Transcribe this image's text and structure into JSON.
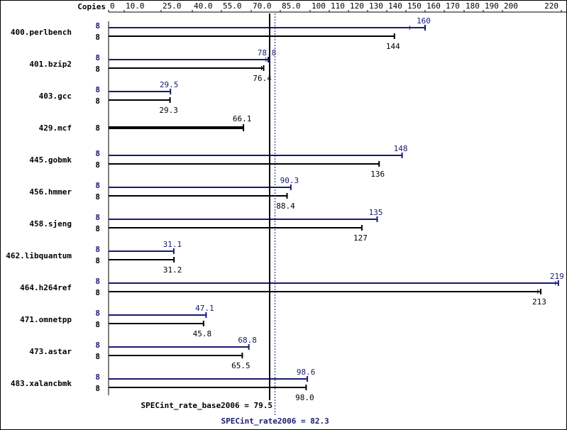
{
  "chart_data": {
    "type": "bar",
    "axis_label": "Copies",
    "ticks": [
      0,
      10.0,
      25.0,
      40.0,
      55.0,
      70.0,
      85.0,
      100,
      110,
      120,
      130,
      140,
      150,
      160,
      170,
      180,
      190,
      200,
      220
    ],
    "tick_labels": [
      "0",
      "10.0",
      "25.0",
      "40.0",
      "55.0",
      "70.0",
      "85.0",
      "100",
      "110",
      "120",
      "130",
      "140",
      "150",
      "160",
      "170",
      "180",
      "190",
      "200",
      "220"
    ],
    "xlim": [
      0,
      220
    ],
    "categories": [
      "400.perlbench",
      "401.bzip2",
      "403.gcc",
      "429.mcf",
      "445.gobmk",
      "456.hmmer",
      "458.sjeng",
      "462.libquantum",
      "464.h264ref",
      "471.omnetpp",
      "473.astar",
      "483.xalancbmk"
    ],
    "series": [
      {
        "key": "peak",
        "color": "#191970",
        "copies": [
          "8",
          "8",
          "8",
          null,
          "8",
          "8",
          "8",
          "8",
          "8",
          "8",
          "8",
          "8"
        ],
        "values": [
          160,
          78.8,
          29.5,
          null,
          148,
          90.3,
          135,
          31.1,
          219,
          47.1,
          68.8,
          98.6
        ],
        "labels": [
          "160",
          "78.8",
          "29.5",
          null,
          "148",
          "90.3",
          "135",
          "31.1",
          "219",
          "47.1",
          "68.8",
          "98.6"
        ],
        "inner": [
          152,
          77.6,
          null,
          null,
          null,
          null,
          null,
          null,
          218,
          null,
          null,
          null
        ]
      },
      {
        "key": "base",
        "color": "#000000",
        "copies": [
          "8",
          "8",
          "8",
          "8",
          "8",
          "8",
          "8",
          "8",
          "8",
          "8",
          "8",
          "8"
        ],
        "values": [
          144,
          76.4,
          29.3,
          66.1,
          136,
          88.4,
          127,
          31.2,
          213,
          45.8,
          65.5,
          98.0
        ],
        "labels": [
          "144",
          "76.4",
          "29.3",
          "66.1",
          "136",
          "88.4",
          "127",
          "31.2",
          "213",
          "45.8",
          "65.5",
          "98.0"
        ],
        "inner": [
          null,
          75.3,
          null,
          null,
          null,
          null,
          null,
          null,
          212,
          null,
          null,
          null
        ]
      }
    ],
    "reference_lines": [
      {
        "key": "base",
        "label": "SPECint_rate_base2006 = 79.5",
        "value": 79.5,
        "color": "#000000",
        "style": "solid"
      },
      {
        "key": "peak",
        "label": "SPECint_rate2006 = 82.3",
        "value": 82.3,
        "color": "#191970",
        "style": "dotted"
      }
    ],
    "grid": false,
    "legend": "none"
  }
}
